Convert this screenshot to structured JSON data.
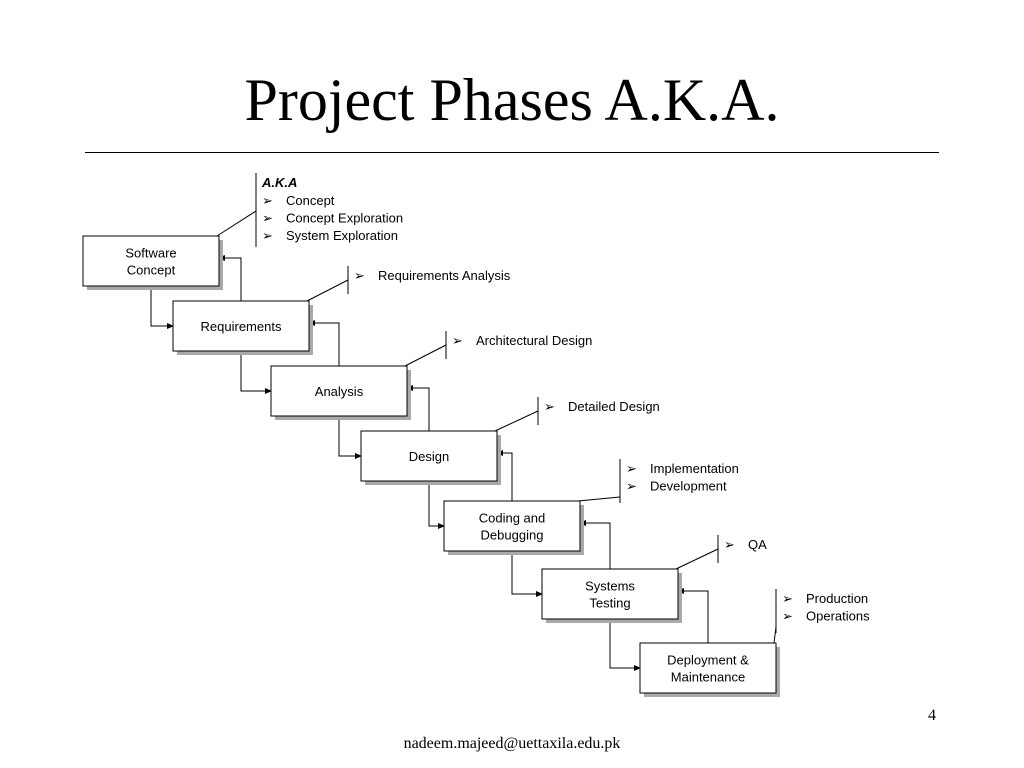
{
  "title": "Project Phases A.K.A.",
  "phases": [
    {
      "lines": [
        "Software",
        "Concept"
      ]
    },
    {
      "lines": [
        "Requirements"
      ]
    },
    {
      "lines": [
        "Analysis"
      ]
    },
    {
      "lines": [
        "Design"
      ]
    },
    {
      "lines": [
        "Coding and",
        "Debugging"
      ]
    },
    {
      "lines": [
        "Systems",
        "Testing"
      ]
    },
    {
      "lines": [
        "Deployment &",
        "Maintenance"
      ]
    }
  ],
  "annotations": [
    {
      "heading": "A.K.A",
      "items": [
        "Concept",
        "Concept Exploration",
        "System Exploration"
      ]
    },
    {
      "items": [
        "Requirements Analysis"
      ]
    },
    {
      "items": [
        "Architectural Design"
      ]
    },
    {
      "items": [
        "Detailed Design"
      ]
    },
    {
      "items": [
        "Implementation",
        "Development"
      ]
    },
    {
      "items": [
        "QA"
      ]
    },
    {
      "items": [
        "Production",
        "Operations"
      ]
    }
  ],
  "bullet_glyph": "➢",
  "page_number": "4",
  "footer": "nadeem.majeed@uettaxila.edu.pk"
}
